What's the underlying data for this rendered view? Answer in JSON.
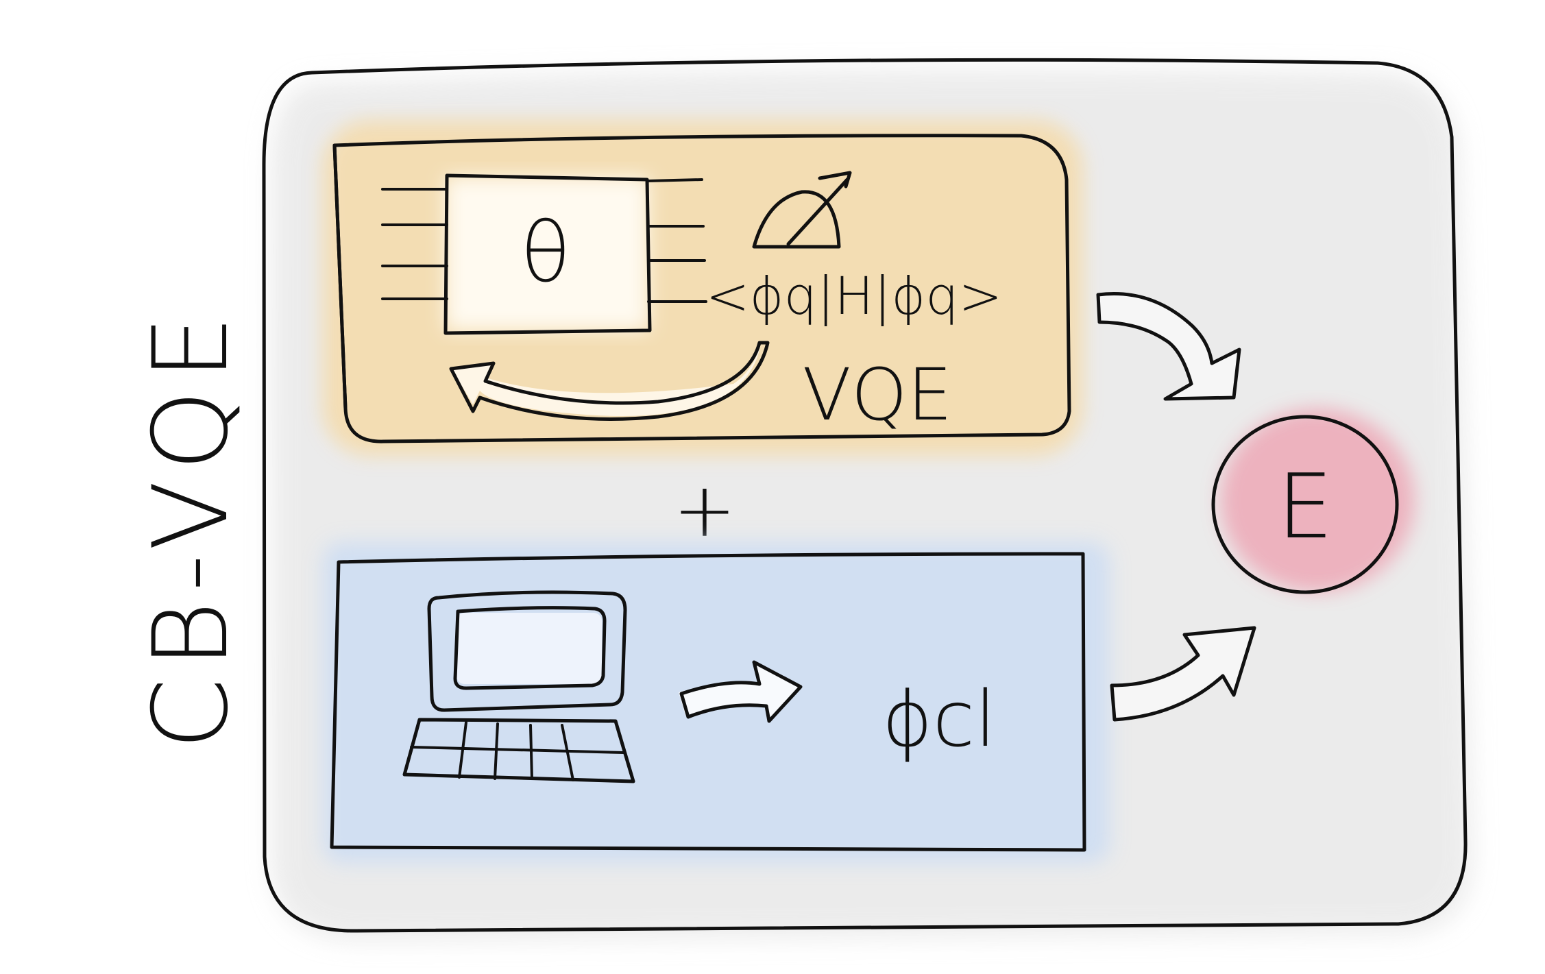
{
  "title": "CB-VQE",
  "vqe_box": {
    "parameter": "θ",
    "expectation": "<ϕq|H|ϕq>",
    "label": "VQE",
    "fill_color": "#f4dcae"
  },
  "plus": "+",
  "classical_box": {
    "state": "ϕcl",
    "fill_color": "#cfdef3"
  },
  "result": {
    "label": "E",
    "fill_color": "#ee9aab"
  },
  "outer_fill_color": "#ececec"
}
